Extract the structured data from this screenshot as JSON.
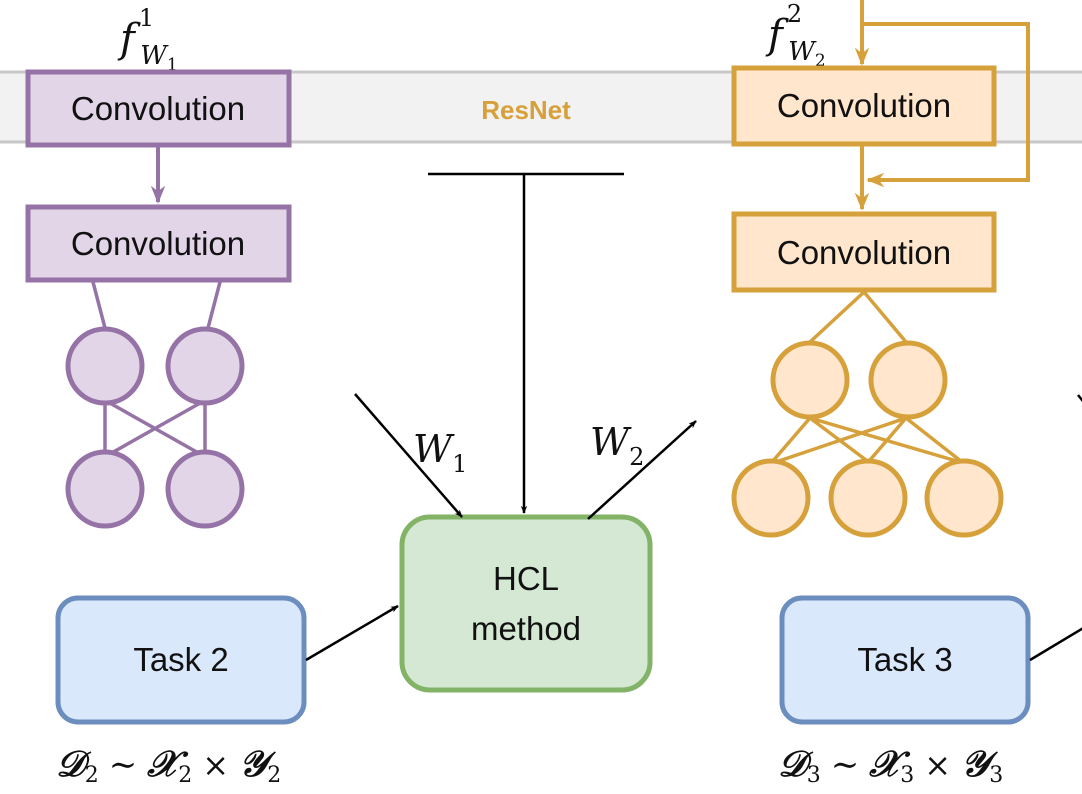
{
  "colors": {
    "purple_stroke": "#9673a6",
    "purple_fill": "#e1d5e7",
    "orange_stroke": "#d6a03a",
    "orange_fill": "#ffe6cc",
    "green_stroke": "#82b366",
    "green_fill": "#d5e8d4",
    "blue_stroke": "#6c8ebf",
    "blue_fill": "#dae8fc",
    "band_fill": "#f2f2f2",
    "band_stroke": "#c8c8c8",
    "resnet_text": "#d6a03a",
    "arrow": "#000000"
  },
  "band": {
    "label": "ResNet"
  },
  "left_network": {
    "func": {
      "base": "f",
      "sup": "1",
      "sub": "W",
      "subsub": "1"
    },
    "conv_top": "Convolution",
    "conv_bottom": "Convolution"
  },
  "right_network": {
    "func": {
      "base": "f",
      "sup": "2",
      "sub": "W",
      "subsub": "2"
    },
    "conv_top": "Convolution",
    "conv_bottom": "Convolution"
  },
  "hcl": {
    "line1": "HCL",
    "line2": "method"
  },
  "weights": {
    "w_in": {
      "base": "W",
      "sub": "1"
    },
    "w_out": {
      "base": "W",
      "sub": "2"
    }
  },
  "task2": {
    "label": "Task 2",
    "dataset": {
      "D": "𝒟",
      "d_sub": "2",
      "sim": "∼",
      "X": "𝒳",
      "x_sub": "2",
      "times": "×",
      "Y": "𝒴",
      "y_sub": "2"
    }
  },
  "task3": {
    "label": "Task 3",
    "dataset": {
      "D": "𝒟",
      "d_sub": "3",
      "sim": "∼",
      "X": "𝒳",
      "x_sub": "3",
      "times": "×",
      "Y": "𝒴",
      "y_sub": "3"
    }
  }
}
